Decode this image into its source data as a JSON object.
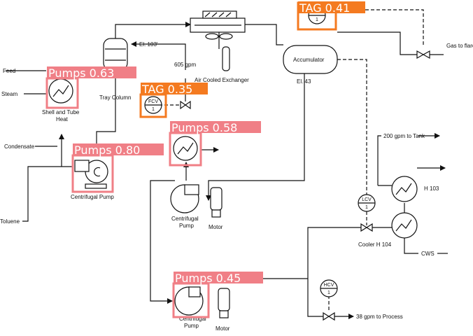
{
  "diagram": {
    "stream_labels": {
      "feed": "Feed",
      "steam": "Steam",
      "condensate": "Condensate",
      "toluene": "Toluene",
      "el_103": "El. 103'",
      "flow_605": "605 gpm",
      "el_43": "El. 43",
      "gas_to_flare": "Gas to flare",
      "to_tank": "200 gpm to Tank",
      "cws": "CWS",
      "to_process": "38 gpm to Process"
    },
    "equipment_labels": {
      "air_cooled_exchanger": "Air Cooled Exchanger",
      "accumulator": "Accumulator",
      "tray_column": "Tray Column",
      "shell_tube_line1": "Shell and Tube",
      "shell_tube_line2": "Heat",
      "centrifugal_pump_1": "Centrifugal Pump",
      "centrifugal_pump_2_line1": "Centrifugal",
      "centrifugal_pump_2_line2": "Pump",
      "motor_1": "Motor",
      "centrifugal_pump_3_line1": "Centrifugal",
      "centrifugal_pump_3_line2": "Pump",
      "motor_2": "Motor",
      "h103": "H 103",
      "cooler_h104": "Cooler H 104"
    },
    "instruments": {
      "fcv": {
        "tag": "FCV",
        "number": "1"
      },
      "lcv": {
        "tag": "LCV",
        "number": "1"
      },
      "hcv": {
        "tag": "HCV",
        "number": "1"
      },
      "top": {
        "number": "1"
      }
    }
  },
  "detections": [
    {
      "label": "TAG 0.41",
      "color": "#f47a20"
    },
    {
      "label": "Pumps 0.63",
      "color": "#f07f86"
    },
    {
      "label": "TAG 0.35",
      "color": "#f47a20"
    },
    {
      "label": "Pumps 0.58",
      "color": "#f07f86"
    },
    {
      "label": "Pumps 0.80",
      "color": "#f07f86"
    },
    {
      "label": "Pumps 0.45",
      "color": "#f07f86"
    }
  ]
}
